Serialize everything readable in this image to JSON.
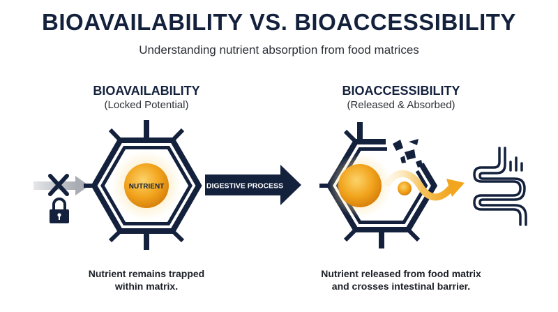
{
  "title": "BIOAVAILABILITY VS. BIOACCESSIBILITY",
  "subtitle": "Understanding nutrient absorption from food matrices",
  "left_panel": {
    "heading": "BIOAVAILABILITY",
    "subheading": "(Locked Potential)",
    "nutrient_label": "NUTRIENT",
    "caption_line1": "Nutrient remains trapped",
    "caption_line2": "within matrix."
  },
  "process_arrow": {
    "label": "DIGESTIVE PROCESS"
  },
  "right_panel": {
    "heading": "BIOACCESSIBILITY",
    "subheading": "(Released & Absorbed)",
    "caption_line1": "Nutrient released from food matrix",
    "caption_line2": "and crosses intestinal barrier."
  },
  "colors": {
    "navy": "#14213d",
    "nutrient_orange": "#f2a51e",
    "nutrient_glow": "#fbe3a6",
    "gray_arrow": "#b8bcc2"
  },
  "icons": [
    "blocked-arrow-icon",
    "x-mark-icon",
    "padlock-icon",
    "intestine-icon"
  ]
}
